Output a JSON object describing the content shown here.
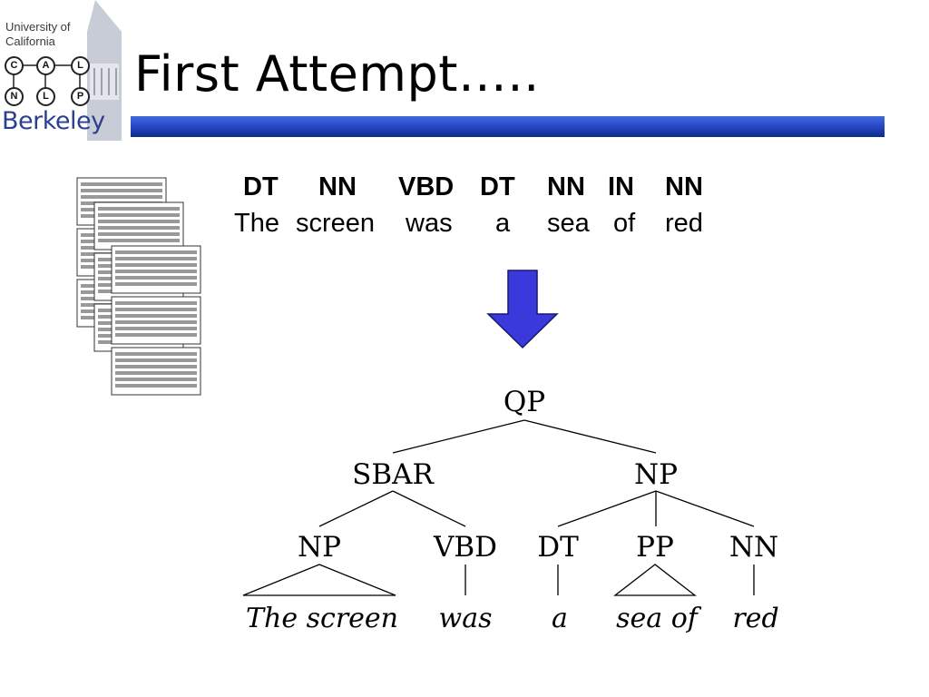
{
  "logo": {
    "university": "University of",
    "california": "California",
    "berkeley": "Berkeley",
    "nodes": [
      "C",
      "A",
      "L",
      "N",
      "L",
      "P"
    ]
  },
  "title": "First Attempt…..",
  "sentence": {
    "tags": [
      "DT",
      "NN",
      "VBD",
      "DT",
      "NN",
      "IN",
      "NN"
    ],
    "words": [
      "The",
      "screen",
      "was",
      "a",
      "sea",
      "of",
      "red"
    ]
  },
  "tree": {
    "root": "QP",
    "left": "SBAR",
    "right": "NP",
    "left_children": [
      "NP",
      "VBD"
    ],
    "right_children": [
      "DT",
      "PP",
      "NN"
    ],
    "leaves": [
      "The screen",
      "was",
      "a",
      "sea of",
      "red"
    ]
  },
  "colors": {
    "accent_bar": "#2b49c8",
    "arrow": "#3a3adc"
  }
}
